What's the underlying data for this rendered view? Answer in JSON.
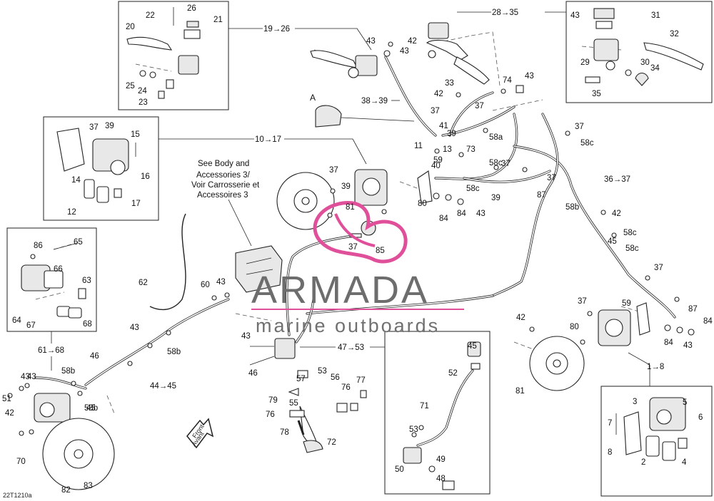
{
  "figure_code": "22T1210a",
  "note_body": [
    "See Body and",
    "Accessories 3/",
    "Voir Carrosserie et",
    "Accessoires 3"
  ],
  "front_arrow": [
    "Front",
    "Avant"
  ],
  "detail_label": "A",
  "watermark": {
    "brand": "ARMADA",
    "tagline": "marine outboards",
    "color": "#e04f9a"
  },
  "ranges": [
    "28→35",
    "19→26",
    "10→17",
    "38→39",
    "36→37",
    "47→53",
    "61→68",
    "44→45",
    "1→8"
  ],
  "callouts": [
    "20",
    "22",
    "26",
    "21",
    "25",
    "24",
    "23",
    "42",
    "43",
    "43",
    "43",
    "31",
    "32",
    "29",
    "30",
    "34",
    "35",
    "33",
    "74",
    "43",
    "42",
    "37",
    "37",
    "41",
    "39",
    "58a",
    "37",
    "39",
    "15",
    "16",
    "14",
    "12",
    "17",
    "11",
    "13",
    "73",
    "58c",
    "59",
    "58c",
    "37",
    "37",
    "58c",
    "40",
    "39",
    "87",
    "37",
    "58b",
    "37",
    "39",
    "81",
    "80",
    "84",
    "84",
    "43",
    "42",
    "58c",
    "58c",
    "37",
    "85",
    "86",
    "65",
    "66",
    "63",
    "64",
    "67",
    "68",
    "62",
    "60",
    "43",
    "43",
    "58b",
    "45",
    "37",
    "59",
    "87",
    "37",
    "84",
    "42",
    "80",
    "84",
    "43",
    "43",
    "46",
    "46",
    "58b",
    "45",
    "52",
    "53",
    "57",
    "56",
    "76",
    "77",
    "79",
    "55",
    "76",
    "78",
    "72",
    "71",
    "53",
    "49",
    "50",
    "48",
    "51",
    "42",
    "43",
    "43",
    "58b",
    "45",
    "81",
    "3",
    "5",
    "7",
    "8",
    "6",
    "2",
    "4",
    "70",
    "82",
    "83"
  ]
}
